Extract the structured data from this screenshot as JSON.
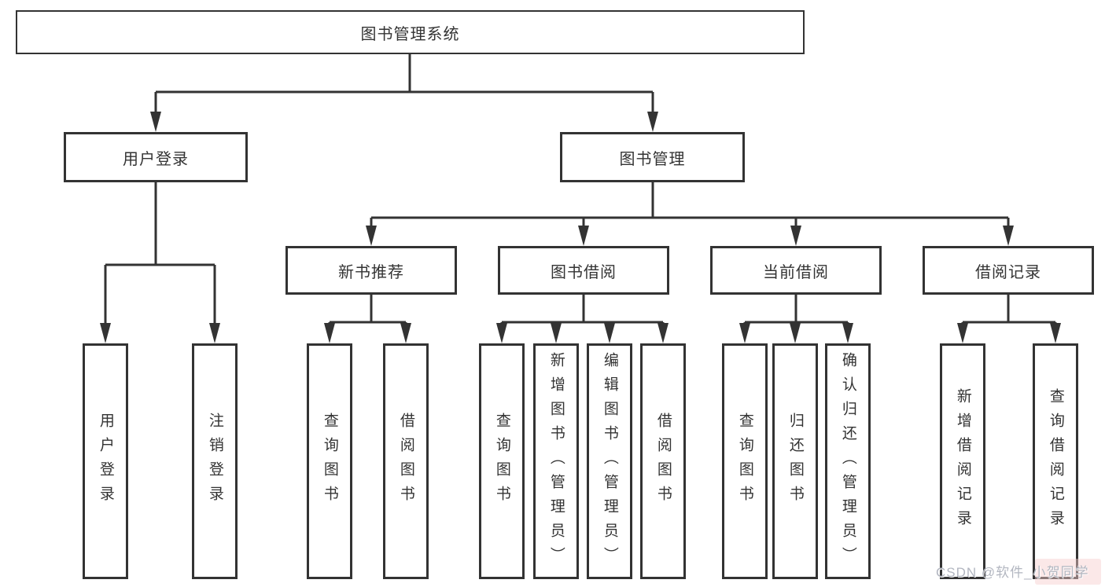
{
  "colors": {
    "line": "#333333",
    "ink": "#333333",
    "background": "#ffffff",
    "watermark": "#b2b6c0"
  },
  "watermark": {
    "text": "CSDN @软件_小贺同学"
  },
  "tree": {
    "label": "图书管理系统",
    "children": [
      {
        "label": "用户登录",
        "children": [
          {
            "label": "用户登录"
          },
          {
            "label": "注销登录"
          }
        ]
      },
      {
        "label": "图书管理",
        "children": [
          {
            "label": "新书推荐",
            "children": [
              {
                "label": "查询图书"
              },
              {
                "label": "借阅图书"
              }
            ]
          },
          {
            "label": "图书借阅",
            "children": [
              {
                "label": "查询图书"
              },
              {
                "label": "新增图书（管理员）"
              },
              {
                "label": "编辑图书（管理员）"
              },
              {
                "label": "借阅图书"
              }
            ]
          },
          {
            "label": "当前借阅",
            "children": [
              {
                "label": "查询图书"
              },
              {
                "label": "归还图书"
              },
              {
                "label": "确认归还（管理员）"
              }
            ]
          },
          {
            "label": "借阅记录",
            "children": [
              {
                "label": "新增借阅记录"
              },
              {
                "label": "查询借阅记录"
              }
            ]
          }
        ]
      }
    ]
  }
}
